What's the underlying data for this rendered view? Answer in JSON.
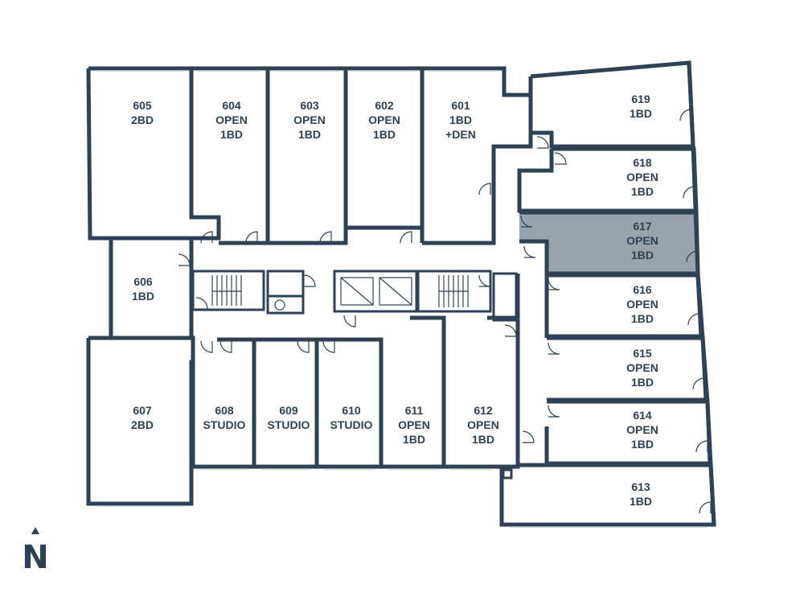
{
  "colors": {
    "wall": "#2f4254",
    "highlight": "#97a4ae",
    "background": "#ffffff"
  },
  "units": [
    {
      "id": "605",
      "lines": [
        "605",
        "2BD"
      ]
    },
    {
      "id": "604",
      "lines": [
        "604",
        "OPEN",
        "1BD"
      ]
    },
    {
      "id": "603",
      "lines": [
        "603",
        "OPEN",
        "1BD"
      ]
    },
    {
      "id": "602",
      "lines": [
        "602",
        "OPEN",
        "1BD"
      ]
    },
    {
      "id": "601",
      "lines": [
        "601",
        "1BD",
        "+DEN"
      ]
    },
    {
      "id": "619",
      "lines": [
        "619",
        "1BD"
      ]
    },
    {
      "id": "618",
      "lines": [
        "618",
        "OPEN",
        "1BD"
      ]
    },
    {
      "id": "617",
      "lines": [
        "617",
        "OPEN",
        "1BD"
      ],
      "highlighted": true
    },
    {
      "id": "616",
      "lines": [
        "616",
        "OPEN",
        "1BD"
      ]
    },
    {
      "id": "615",
      "lines": [
        "615",
        "OPEN",
        "1BD"
      ]
    },
    {
      "id": "614",
      "lines": [
        "614",
        "OPEN",
        "1BD"
      ]
    },
    {
      "id": "613",
      "lines": [
        "613",
        "1BD"
      ]
    },
    {
      "id": "606",
      "lines": [
        "606",
        "1BD"
      ]
    },
    {
      "id": "607",
      "lines": [
        "607",
        "2BD"
      ]
    },
    {
      "id": "608",
      "lines": [
        "608",
        "STUDIO"
      ]
    },
    {
      "id": "609",
      "lines": [
        "609",
        "STUDIO"
      ]
    },
    {
      "id": "610",
      "lines": [
        "610",
        "STUDIO"
      ]
    },
    {
      "id": "611",
      "lines": [
        "611",
        "OPEN",
        "1BD"
      ]
    },
    {
      "id": "612",
      "lines": [
        "612",
        "OPEN",
        "1BD"
      ]
    }
  ],
  "compass": {
    "label": "N",
    "icon": "north-arrow-icon"
  }
}
